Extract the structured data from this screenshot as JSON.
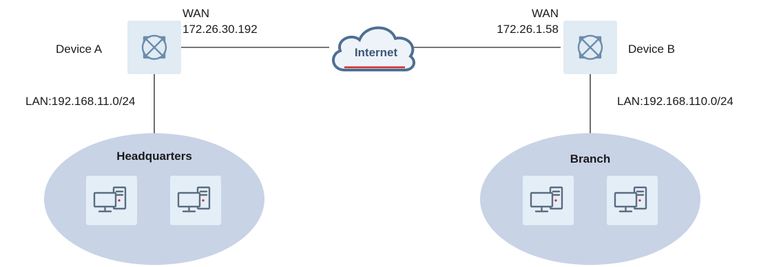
{
  "devices": {
    "a": {
      "label": "Device A",
      "wan_label": "WAN",
      "wan_ip": "172.26.30.192",
      "lan": "LAN:192.168.11.0/24"
    },
    "b": {
      "label": "Device B",
      "wan_label": "WAN",
      "wan_ip": "172.26.1.58",
      "lan": "LAN:192.168.110.0/24"
    }
  },
  "internet": {
    "label": "Internet"
  },
  "sites": {
    "headquarters": {
      "label": "Headquarters"
    },
    "branch": {
      "label": "Branch"
    }
  },
  "icons": {
    "router": "router-icon",
    "cloud": "cloud-icon",
    "computer": "computer-icon"
  },
  "colors": {
    "line": "#4a4a4a",
    "router_box": "#e1ebf4",
    "router_glyph": "#6c8cab",
    "cloud_fill": "#eef3f9",
    "cloud_stroke": "#4f6f92",
    "cloud_accent": "#d0272f",
    "site_ellipse": "#c8d3e6",
    "computer_box": "#e4eef7",
    "computer_glyph": "#5b6c80"
  }
}
